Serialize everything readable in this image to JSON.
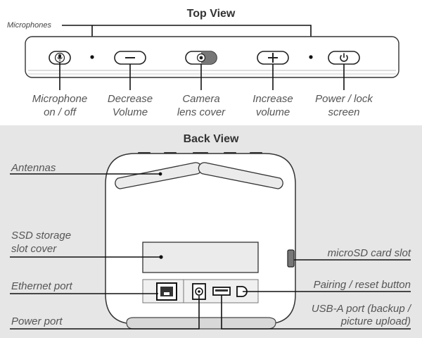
{
  "top_view": {
    "title": "Top View",
    "microphones_label": "Microphones",
    "buttons": [
      {
        "line1": "Microphone",
        "line2": "on / off",
        "icon": "microphone-icon"
      },
      {
        "line1": "Decrease",
        "line2": "Volume",
        "icon": "minus-icon"
      },
      {
        "line1": "Camera",
        "line2": "lens cover",
        "icon": "camera-icon"
      },
      {
        "line1": "Increase",
        "line2": "volume",
        "icon": "plus-icon"
      },
      {
        "line1": "Power / lock",
        "line2": "screen",
        "icon": "power-icon"
      }
    ]
  },
  "back_view": {
    "title": "Back View",
    "labels": {
      "antennas": "Antennas",
      "ssd_line1": "SSD storage",
      "ssd_line2": "slot cover",
      "ethernet": "Ethernet port",
      "power": "Power port",
      "microsd": "microSD card slot",
      "pairing": "Pairing / reset button",
      "usb_line1": "USB-A port (backup /",
      "usb_line2": "picture upload)"
    }
  },
  "colors": {
    "back_panel": "#e6e6e6",
    "device_body": "#ffffff",
    "outline": "#333333",
    "label_text": "#555555"
  }
}
